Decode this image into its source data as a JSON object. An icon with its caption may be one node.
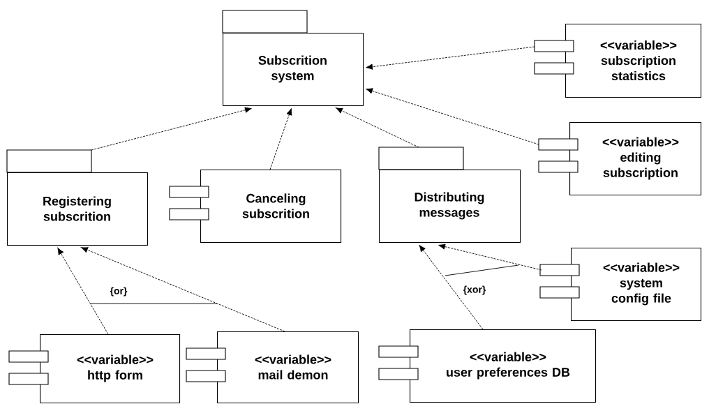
{
  "diagram": {
    "nodes": [
      {
        "text": [
          "Subscrition system"
        ]
      },
      {
        "text": [
          "<<variable>>",
          "subscription statistics"
        ]
      },
      {
        "text": [
          "<<variable>>",
          "editing subscription"
        ]
      },
      {
        "text": [
          "Registering subscrition"
        ]
      },
      {
        "text": [
          "Canceling subscrition"
        ]
      },
      {
        "text": [
          "Distributing messages"
        ]
      },
      {
        "text": [
          "<<variable>>",
          "system config file"
        ]
      },
      {
        "text": [
          "<<variable>>",
          "http form"
        ]
      },
      {
        "text": [
          "<<variable>>",
          "mail demon"
        ]
      },
      {
        "text": [
          "<<variable>>",
          "user preferences DB"
        ]
      }
    ],
    "edges": [
      {
        "from": 1,
        "to": 0,
        "arrow": "to",
        "style": "dashed"
      },
      {
        "from": 2,
        "to": 0,
        "arrow": "to",
        "style": "dashed"
      },
      {
        "from": 3,
        "to": 0,
        "arrow": "to",
        "style": "dashed"
      },
      {
        "from": 4,
        "to": 0,
        "arrow": "to",
        "style": "dashed"
      },
      {
        "from": 5,
        "to": 0,
        "arrow": "to",
        "style": "dashed"
      },
      {
        "from": 7,
        "to": 3,
        "arrow": "to",
        "style": "dashed"
      },
      {
        "from": 8,
        "to": 3,
        "arrow": "to",
        "style": "dashed"
      },
      {
        "from": 6,
        "to": 5,
        "arrow": "to",
        "style": "dashed"
      },
      {
        "from": 9,
        "to": 5,
        "arrow": "to",
        "style": "dashed"
      }
    ],
    "labels": [
      "{or}",
      "{xor}"
    ]
  }
}
